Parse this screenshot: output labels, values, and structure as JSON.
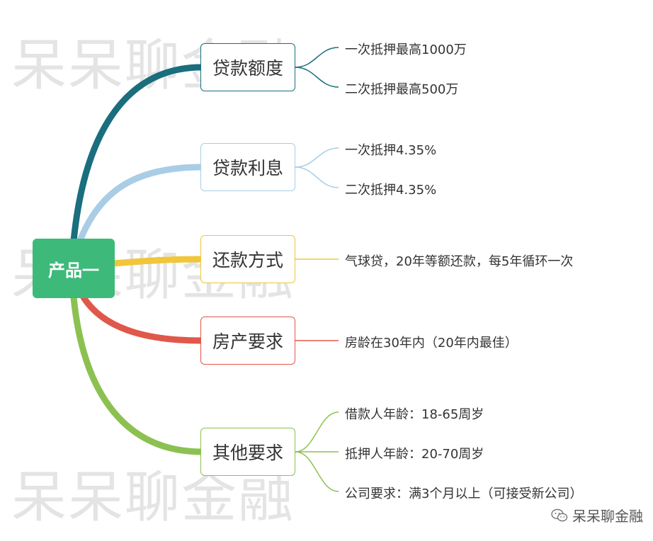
{
  "watermark": "呆呆聊金融",
  "root": {
    "label": "产品一",
    "color": "#3dba7a"
  },
  "branches": [
    {
      "label": "贷款额度",
      "color": "#1a6e7e",
      "leaves": [
        "一次抵押最高1000万",
        "二次抵押最高500万"
      ]
    },
    {
      "label": "贷款利息",
      "color": "#a9cde6",
      "leaves": [
        "一次抵押4.35%",
        "二次抵押4.35%"
      ]
    },
    {
      "label": "还款方式",
      "color": "#f0c63a",
      "leaves": [
        "气球贷，20年等额还款，每5年循环一次"
      ]
    },
    {
      "label": "房产要求",
      "color": "#e0584a",
      "leaves": [
        "房龄在30年内（20年内最佳）"
      ]
    },
    {
      "label": "其他要求",
      "color": "#8cc152",
      "leaves": [
        "借款人年龄：18-65周岁",
        "抵押人年龄：20-70周岁",
        "公司要求：满3个月以上（可接受新公司）"
      ]
    }
  ],
  "credit": {
    "icon": "wechat-icon",
    "label": "呆呆聊金融"
  }
}
